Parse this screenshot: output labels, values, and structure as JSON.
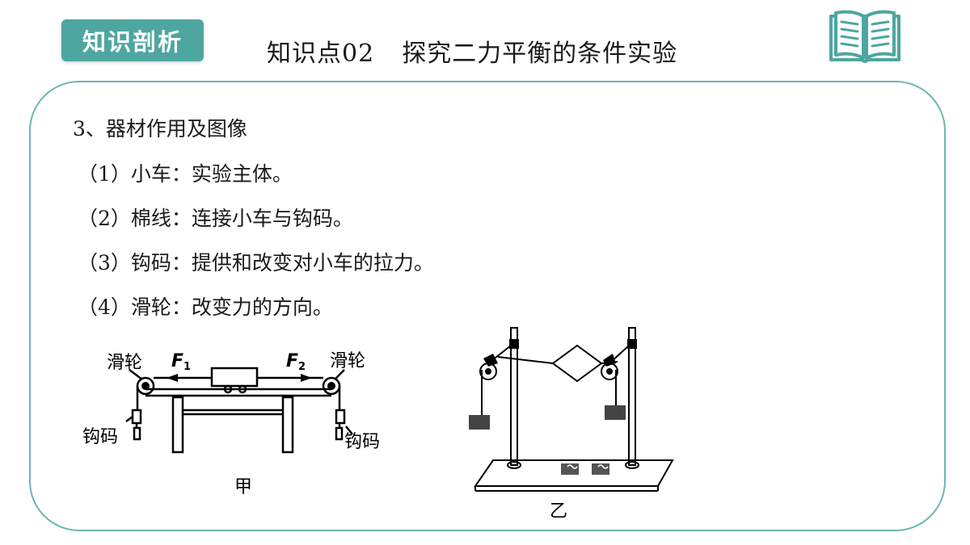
{
  "header": {
    "badge": "知识剖析",
    "title_number": "知识点02",
    "title_text": "探究二力平衡的条件实验"
  },
  "content": {
    "heading": "3、器材作用及图像",
    "items": [
      "（1）小车：实验主体。",
      "（2）棉线：连接小车与钩码。",
      "（3）钩码：提供和改变对小车的拉力。",
      "（4）滑轮：改变力的方向。"
    ]
  },
  "figure_a": {
    "pulley_left": "滑轮",
    "pulley_right": "滑轮",
    "weight_left": "钩码",
    "weight_right": "钩码",
    "force_left": "F",
    "force_left_sub": "1",
    "force_right": "F",
    "force_right_sub": "2",
    "caption": "甲"
  },
  "figure_b": {
    "caption": "乙"
  },
  "colors": {
    "accent": "#4ea6a0",
    "border": "#6db7b0"
  }
}
